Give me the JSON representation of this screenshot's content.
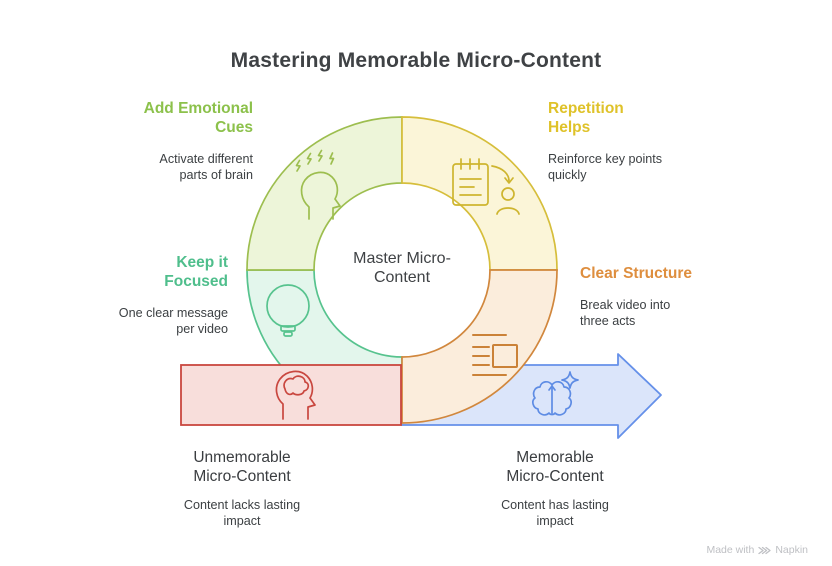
{
  "title": "Mastering Memorable Micro-Content",
  "center_label": "Master Micro-\nContent",
  "sections": {
    "emotional": {
      "title": "Add Emotional\nCues",
      "desc": "Activate different\nparts of brain",
      "color": "#8CC14B"
    },
    "repetition": {
      "title": "Repetition\nHelps",
      "desc": "Reinforce key points\nquickly",
      "color": "#DFC229"
    },
    "focused": {
      "title": "Keep it\nFocused",
      "desc": "One clear message\nper video",
      "color": "#4FBE8C"
    },
    "structure": {
      "title": "Clear Structure",
      "desc": "Break video into\nthree acts",
      "color": "#DE8E3E"
    }
  },
  "flow": {
    "unmemorable": {
      "title": "Unmemorable\nMicro-Content",
      "desc": "Content lacks lasting\nimpact"
    },
    "memorable": {
      "title": "Memorable\nMicro-Content",
      "desc": "Content has lasting\nimpact"
    }
  },
  "watermark": {
    "prefix": "Made with",
    "brand": "Napkin"
  },
  "palette": {
    "green_fill": "#EDF5D9",
    "green_stroke": "#9DBE4F",
    "yellow_fill": "#FBF5D8",
    "yellow_stroke": "#D6BE3B",
    "teal_fill": "#E3F6EC",
    "teal_stroke": "#57C38E",
    "orange_fill": "#FBEDDC",
    "orange_stroke": "#D1873D",
    "red_fill": "#F8DEDB",
    "red_stroke": "#C9473F",
    "blue_fill": "#DBE5FA",
    "blue_stroke": "#6590E9",
    "text": "#3C4043"
  }
}
